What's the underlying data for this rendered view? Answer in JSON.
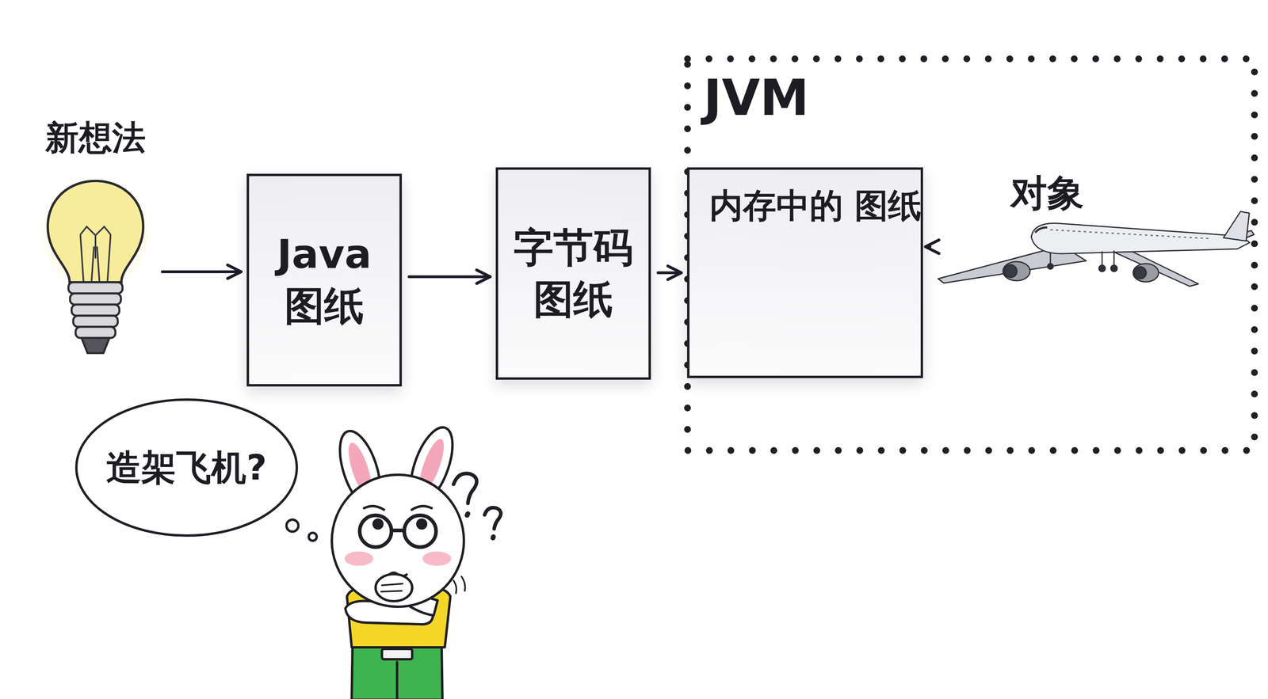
{
  "diagram": {
    "nodes": [
      {
        "text": [
          "新想法"
        ]
      },
      {
        "text": [
          "Java 图纸"
        ]
      },
      {
        "text": [
          "字节码 图纸"
        ]
      },
      {
        "text": [
          "JVM"
        ]
      },
      {
        "text": [
          "内存中的 图纸"
        ],
        "in": 3
      },
      {
        "text": [
          "对象"
        ],
        "in": 3
      },
      {
        "text": [
          "造架飞机?"
        ]
      }
    ],
    "edges": [
      {
        "from": 0,
        "to": 1,
        "arrow": "to"
      },
      {
        "from": 1,
        "to": 2,
        "arrow": "to"
      },
      {
        "from": 2,
        "to": 4,
        "arrow": "to"
      },
      {
        "from": 4,
        "to": 5,
        "arrow": "to"
      }
    ]
  }
}
